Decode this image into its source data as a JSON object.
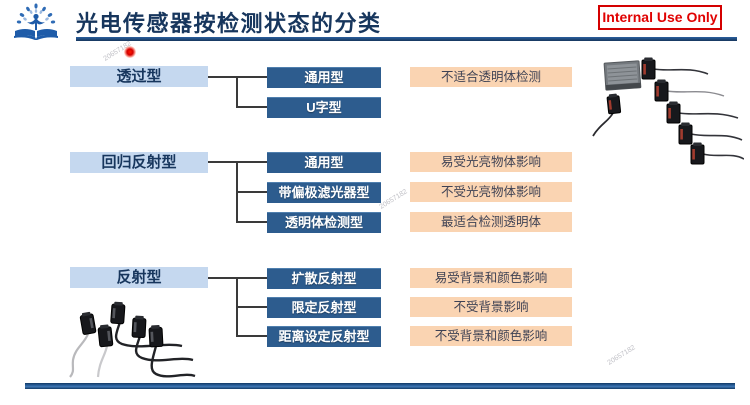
{
  "header": {
    "title": "光电传感器按检测状态的分类",
    "badge_label": "Internal Use Only",
    "logo_icon": "tree-book-logo",
    "colors": {
      "title": "#17365d",
      "underline": "#17365d",
      "badge": "#e00000"
    }
  },
  "tree": {
    "groups": [
      {
        "label": "透过型",
        "children": [
          {
            "label": "通用型",
            "note": "不适合透明体检测"
          },
          {
            "label": "U字型",
            "note": ""
          }
        ]
      },
      {
        "label": "回归反射型",
        "children": [
          {
            "label": "通用型",
            "note": "易受光亮物体影响"
          },
          {
            "label": "带偏极滤光器型",
            "note": "不受光亮物体影响"
          },
          {
            "label": "透明体检测型",
            "note": "最适合检测透明体"
          }
        ]
      },
      {
        "label": "反射型",
        "children": [
          {
            "label": "扩散反射型",
            "note": "易受背景和颜色影响"
          },
          {
            "label": "限定反射型",
            "note": "不受背景影响"
          },
          {
            "label": "距离设定反射型",
            "note": "不受背景和颜色影响"
          }
        ]
      }
    ],
    "colors": {
      "parent_bg": "#c5d8ef",
      "parent_text": "#17365d",
      "child_bg": "#2d5c8e",
      "child_text": "#ffffff",
      "note_bg": "#fad4b2",
      "note_text": "#3f4254",
      "connector": "#3a3a3a"
    }
  },
  "photos": {
    "top_right": "retroreflective-sensors-with-reflector-photo",
    "bottom_left": "compact-photoelectric-sensors-photo"
  },
  "footer": {
    "bar_colors": [
      "#123a66",
      "#2f66a3",
      "#123a66"
    ]
  },
  "watermark": {
    "text": "20657182",
    "laser_dot": true
  }
}
